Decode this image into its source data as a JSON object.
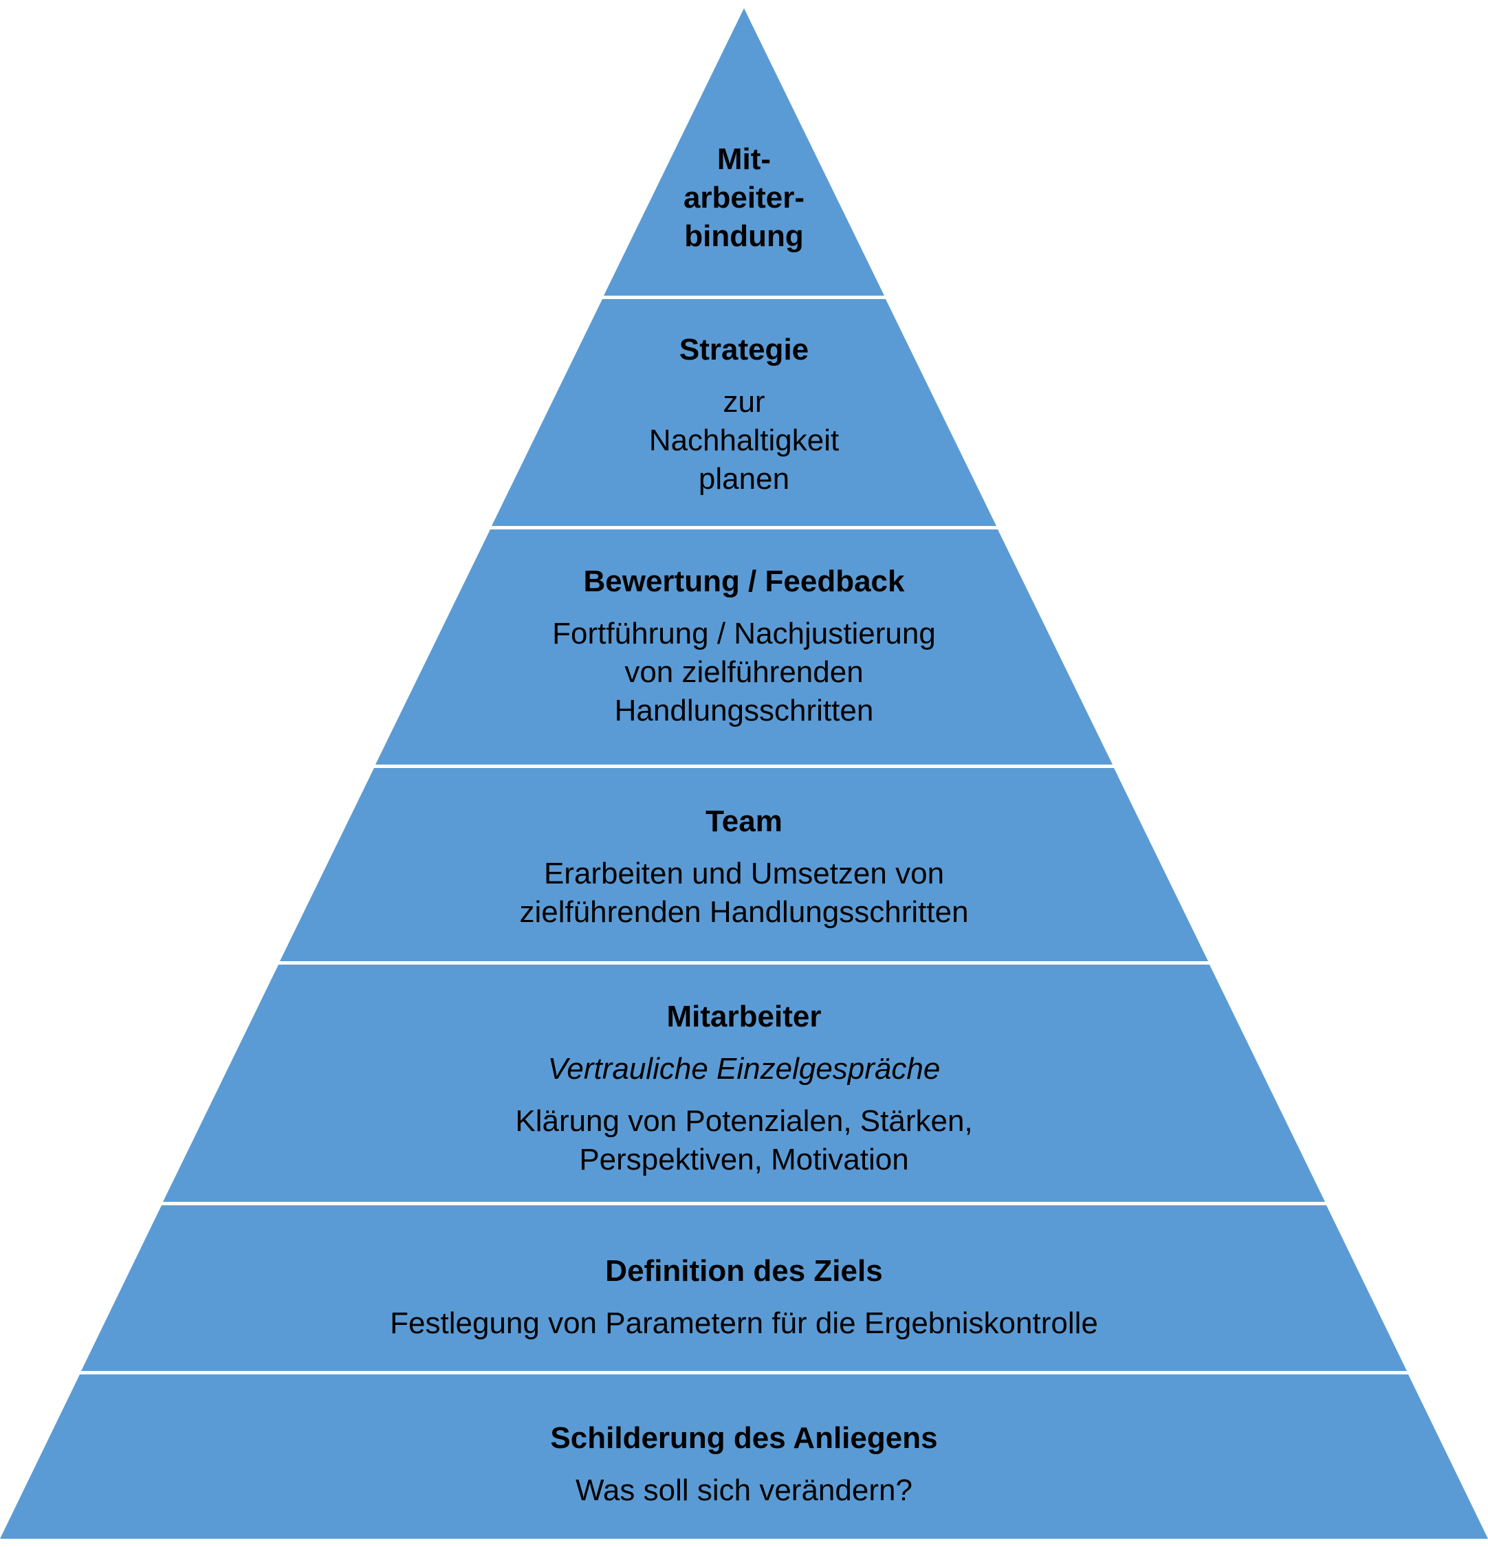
{
  "diagram": {
    "fill_color": "#5b9bd5",
    "separator_color": "#ffffff",
    "levels": [
      {
        "title": "Mit-\narbeiter-\nbindung",
        "subtitle": "",
        "description": ""
      },
      {
        "title": "Strategie",
        "subtitle": "",
        "description": "zur\nNachhaltigkeit\nplanen"
      },
      {
        "title": "Bewertung / Feedback",
        "subtitle": "",
        "description": "Fortführung / Nachjustierung\nvon zielführenden\nHandlungsschritten"
      },
      {
        "title": "Team",
        "subtitle": "",
        "description": "Erarbeiten und Umsetzen von\nzielführenden Handlungsschritten"
      },
      {
        "title": "Mitarbeiter",
        "subtitle": "Vertrauliche Einzelgespräche",
        "description": "Klärung von Potenzialen, Stärken,\nPerspektiven, Motivation"
      },
      {
        "title": "Definition des Ziels",
        "subtitle": "",
        "description": "Festlegung von Parametern für die Ergebniskontrolle"
      },
      {
        "title": "Schilderung des Anliegens",
        "subtitle": "",
        "description": "Was soll sich verändern?"
      }
    ]
  }
}
